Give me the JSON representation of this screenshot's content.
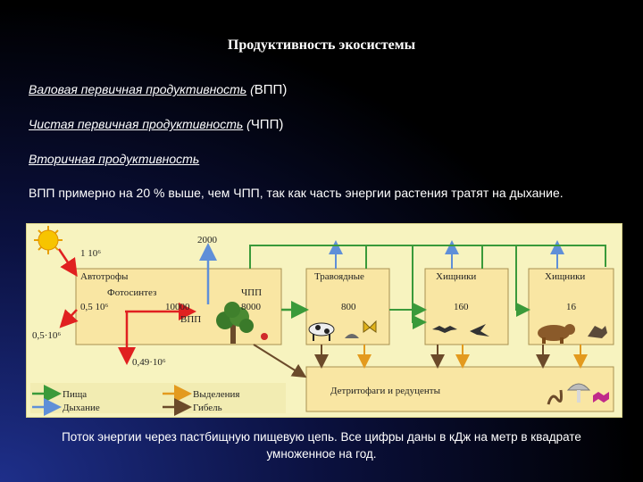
{
  "slide": {
    "title": "Продуктивность экосистемы",
    "definitions": [
      {
        "term": "Валовая первичная продуктивность",
        "paren": " (",
        "abbr": "ВПП)"
      },
      {
        "term": "Чистая первичная продуктивность",
        "paren": " (",
        "abbr": "ЧПП)"
      },
      {
        "term": "Вторичная продуктивность",
        "paren": "",
        "abbr": ""
      }
    ],
    "paragraph": "ВПП примерно на 20 % выше, чем ЧПП, так как часть энергии растения тратят на дыхание.",
    "caption": "Поток энергии через пастбищную пищевую цепь. Все цифры даны в кДж на метр в квадрате умноженное на год."
  },
  "diagram": {
    "sun_input": "1 10⁶",
    "reflected": "0,5·10⁶",
    "unabsorbed": "0,49·10⁶",
    "respiration_top": "2000",
    "autotrophs": {
      "title": "Автотрофы",
      "photosynthesis_label": "Фотосинтез",
      "chpp_label": "ЧПП",
      "absorbed": "0,5 10⁶",
      "vpp_value": "10000",
      "chpp_value": "8000",
      "vpp_label": "ВПП"
    },
    "levels": [
      {
        "name": "Травоядные",
        "value": "800"
      },
      {
        "name": "Хищники",
        "value": "160"
      },
      {
        "name": "Хищники",
        "value": "16"
      }
    ],
    "decomposers": "Детритофаги и редуценты",
    "legend": [
      {
        "label": "Пища",
        "color": "#3a9a3a"
      },
      {
        "label": "Выделения",
        "color": "#e39a1e"
      },
      {
        "label": "Дыхание",
        "color": "#5f8fd8"
      },
      {
        "label": "Гибель",
        "color": "#6b4a2a"
      }
    ]
  }
}
